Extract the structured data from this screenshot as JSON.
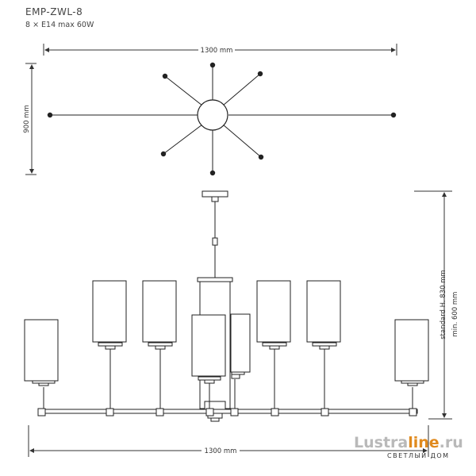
{
  "header": {
    "model": "EMP-ZWL-8",
    "spec": "8 × E14 max 60W"
  },
  "dimensions": {
    "top_width": "1300 mm",
    "top_height": "900 mm",
    "bottom_width": "1300 mm",
    "standard_height": "standard H. 830 mm",
    "min_height": "min. 600 mm"
  },
  "logo": {
    "part1": "Lustra",
    "part2": "line",
    "part3": ".ru",
    "tagline": "СВЕТЛЫЙ ДОМ",
    "color_main": "#b9b9b9",
    "color_accent": "#e08a1e"
  },
  "colors": {
    "line": "#222222",
    "dim_line": "#333333"
  }
}
